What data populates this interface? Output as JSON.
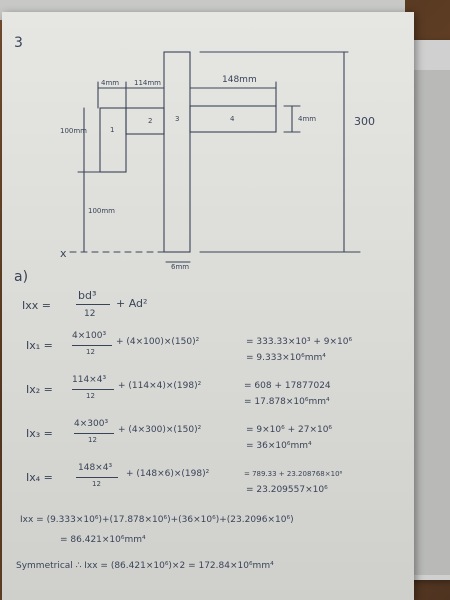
{
  "page_number": "3",
  "diagram": {
    "dim_top_left": "4mm",
    "dim_top_mid": "114mm",
    "dim_top_right": "148mm",
    "dim_flange_thk": "4mm",
    "dim_total_height": "300",
    "dim_left_height": "100mm",
    "dim_lower_height": "100mm",
    "dim_bottom_width": "6mm",
    "axis_label": "x",
    "part_labels": [
      "1",
      "2",
      "3",
      "4"
    ]
  },
  "solution": {
    "part_heading": "a)",
    "formula": {
      "lhs": "Ixx =",
      "numerator": "bd³",
      "denominator": "12",
      "tail": "+ Ad²"
    },
    "lines": [
      {
        "lhs": "Ix₁ =",
        "num": "4×100³",
        "den": "12",
        "mid": "+ (4×100)×(150)²",
        "res1": "= 333.33×10³ + 9×10⁶",
        "res2": "= 9.333×10⁶mm⁴"
      },
      {
        "lhs": "Ix₂ =",
        "num": "114×4³",
        "den": "12",
        "mid": "+ (114×4)×(198)²",
        "res1": "= 608 + 17877024",
        "res2": "= 17.878×10⁶mm⁴"
      },
      {
        "lhs": "Ix₃ =",
        "num": "4×300³",
        "den": "12",
        "mid": "+ (4×300)×(150)²",
        "res1": "= 9×10⁶ + 27×10⁶",
        "res2": "= 36×10⁶mm⁴"
      },
      {
        "lhs": "Ix₄ =",
        "num": "148×4³",
        "den": "12",
        "mid": "+ (148×6)×(198)²",
        "res1": "= 789.33 + 23.208768×10⁶",
        "res2": "= 23.209557×10⁶"
      }
    ],
    "total_line": "Ixx = (9.333×10⁶)+(17.878×10⁶)+(36×10⁶)+(23.2096×10⁶)",
    "total_result": "= 86.421×10⁶mm⁴",
    "symmetrical_line": "Symmetrical ∴ Ixx = (86.421×10⁶)×2 = 172.84×10⁶mm⁴"
  }
}
